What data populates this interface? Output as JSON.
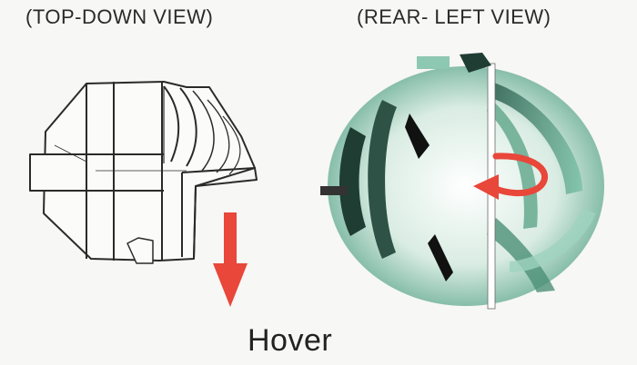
{
  "views": {
    "top_down_label": "(TOP-DOWN VIEW)",
    "rear_left_label": "(REAR- LEFT VIEW)"
  },
  "caption": "Hover",
  "colors": {
    "arrow": "#e8473a",
    "body_green": "#5fa58a",
    "body_dark": "#1f3d33",
    "line": "#2a2a2a"
  },
  "icons": {
    "downward_thrust": "down-arrow-icon",
    "rotation": "curved-arrow-icon"
  }
}
